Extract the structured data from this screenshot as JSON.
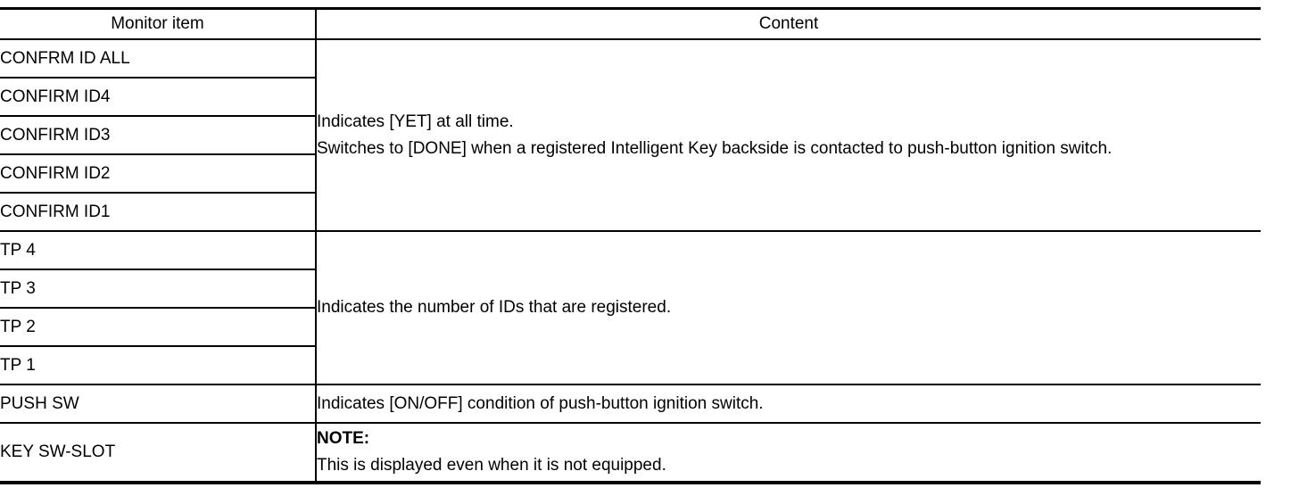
{
  "page": {
    "background": "#ffffff",
    "text_color": "#000000",
    "border_color": "#000000"
  },
  "table": {
    "columns": [
      {
        "label": "Monitor item"
      },
      {
        "label": "Content"
      }
    ],
    "groups": [
      {
        "items": [
          "CONFRM ID ALL",
          "CONFIRM ID4",
          "CONFIRM ID3",
          "CONFIRM ID2",
          "CONFIRM ID1"
        ],
        "content": "Indicates [YET] at all time.\nSwitches to [DONE] when a registered Intelligent Key backside is contacted to push-button ignition switch."
      },
      {
        "items": [
          "TP 4",
          "TP 3",
          "TP 2",
          "TP 1"
        ],
        "content": "Indicates the number of IDs that are registered."
      },
      {
        "items": [
          "PUSH SW"
        ],
        "content": "Indicates [ON/OFF] condition of push-button ignition switch."
      },
      {
        "items": [
          "KEY SW-SLOT"
        ],
        "note_label": "NOTE:",
        "content": "This is displayed even when it is not equipped."
      }
    ]
  }
}
